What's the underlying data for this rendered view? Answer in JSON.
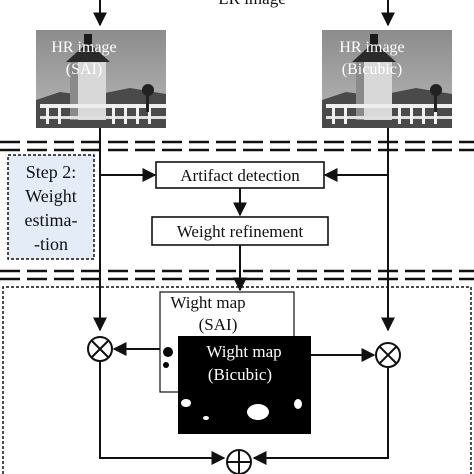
{
  "top_cut_label": "LR image",
  "hr_sai": {
    "line1": "HR image",
    "line2": "(SAI)"
  },
  "hr_bicubic": {
    "line1": "HR image",
    "line2": "(Bicubic)"
  },
  "step2": {
    "line1": "Step 2:",
    "line2": "Weight",
    "line3": "estima-",
    "line4": "-tion"
  },
  "artifact_detection": "Artifact detection",
  "weight_refinement": "Weight refinement",
  "map_sai": {
    "line1": "Wight map",
    "line2": "(SAI)"
  },
  "map_bicubic": {
    "line1": "Wight map",
    "line2": "(Bicubic)"
  },
  "colors": {
    "line": "#111111",
    "step_box_fill": "#e3ecf7",
    "photo_sky": "#9a9a9a",
    "map_bg": "#000000",
    "map_blob": "#ffffff"
  },
  "icons": {
    "multiply": "multiply-circle-icon",
    "add": "add-circle-icon",
    "photo": "lighthouse-photo"
  }
}
